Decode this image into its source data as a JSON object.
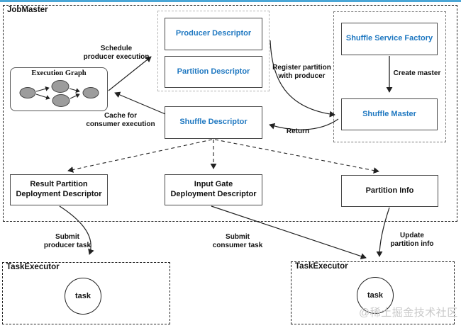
{
  "colors": {
    "accent_blue": "#1f78c1",
    "top_bar_blue": "#4aa6d6",
    "node_gray": "#9c9c9c",
    "watermark_gray": "#c9c9c9"
  },
  "containers": {
    "jobmaster": {
      "label": "JobMaster"
    },
    "task_executor_left": {
      "label": "TaskExecutor"
    },
    "task_executor_right": {
      "label": "TaskExecutor"
    }
  },
  "execution_graph": {
    "title": "Execution Graph"
  },
  "boxes": {
    "producer_descriptor": {
      "label": "Producer Descriptor"
    },
    "partition_descriptor": {
      "label": "Partition Descriptor"
    },
    "shuffle_descriptor": {
      "label": "Shuffle Descriptor"
    },
    "shuffle_service_factory": {
      "label": "Shuffle Service Factory"
    },
    "shuffle_master": {
      "label": "Shuffle Master"
    },
    "result_partition_dd": {
      "label": "Result Partition\nDeployment Descriptor"
    },
    "input_gate_dd": {
      "label": "Input Gate\nDeployment Descriptor"
    },
    "partition_info": {
      "label": "Partition Info"
    }
  },
  "tasks": {
    "left": "task",
    "right": "task"
  },
  "edge_labels": {
    "schedule_producer": "Schedule\nproducer execution",
    "cache_consumer": "Cache for\nconsumer execution",
    "register_partition": "Register partition\nwith producer",
    "create_master": "Create master",
    "return_label": "Return",
    "submit_producer": "Submit\nproducer task",
    "submit_consumer": "Submit\nconsumer task",
    "update_partition": "Update\npartition info"
  },
  "watermark": "@稀土掘金技术社区"
}
